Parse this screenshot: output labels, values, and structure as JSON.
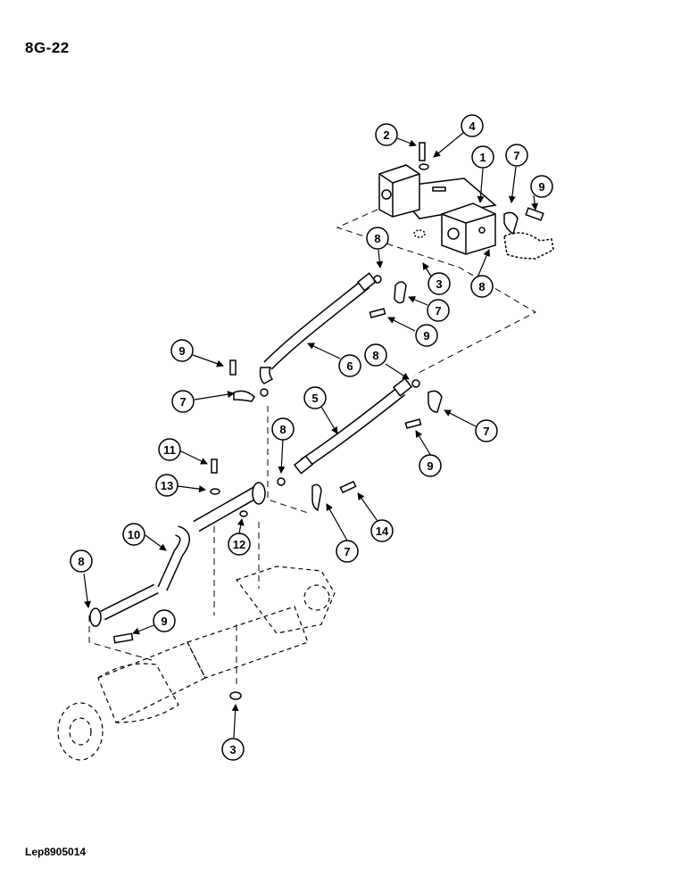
{
  "page_number": "8G-22",
  "figure_ref": "Lep8905014",
  "callouts": [
    {
      "label": "1"
    },
    {
      "label": "2"
    },
    {
      "label": "4"
    },
    {
      "label": "7"
    },
    {
      "label": "9"
    },
    {
      "label": "8"
    },
    {
      "label": "3"
    },
    {
      "label": "8"
    },
    {
      "label": "7"
    },
    {
      "label": "9"
    },
    {
      "label": "9"
    },
    {
      "label": "6"
    },
    {
      "label": "8"
    },
    {
      "label": "7"
    },
    {
      "label": "5"
    },
    {
      "label": "8"
    },
    {
      "label": "7"
    },
    {
      "label": "9"
    },
    {
      "label": "11"
    },
    {
      "label": "13"
    },
    {
      "label": "10"
    },
    {
      "label": "12"
    },
    {
      "label": "7"
    },
    {
      "label": "14"
    },
    {
      "label": "8"
    },
    {
      "label": "9"
    },
    {
      "label": "3"
    }
  ]
}
